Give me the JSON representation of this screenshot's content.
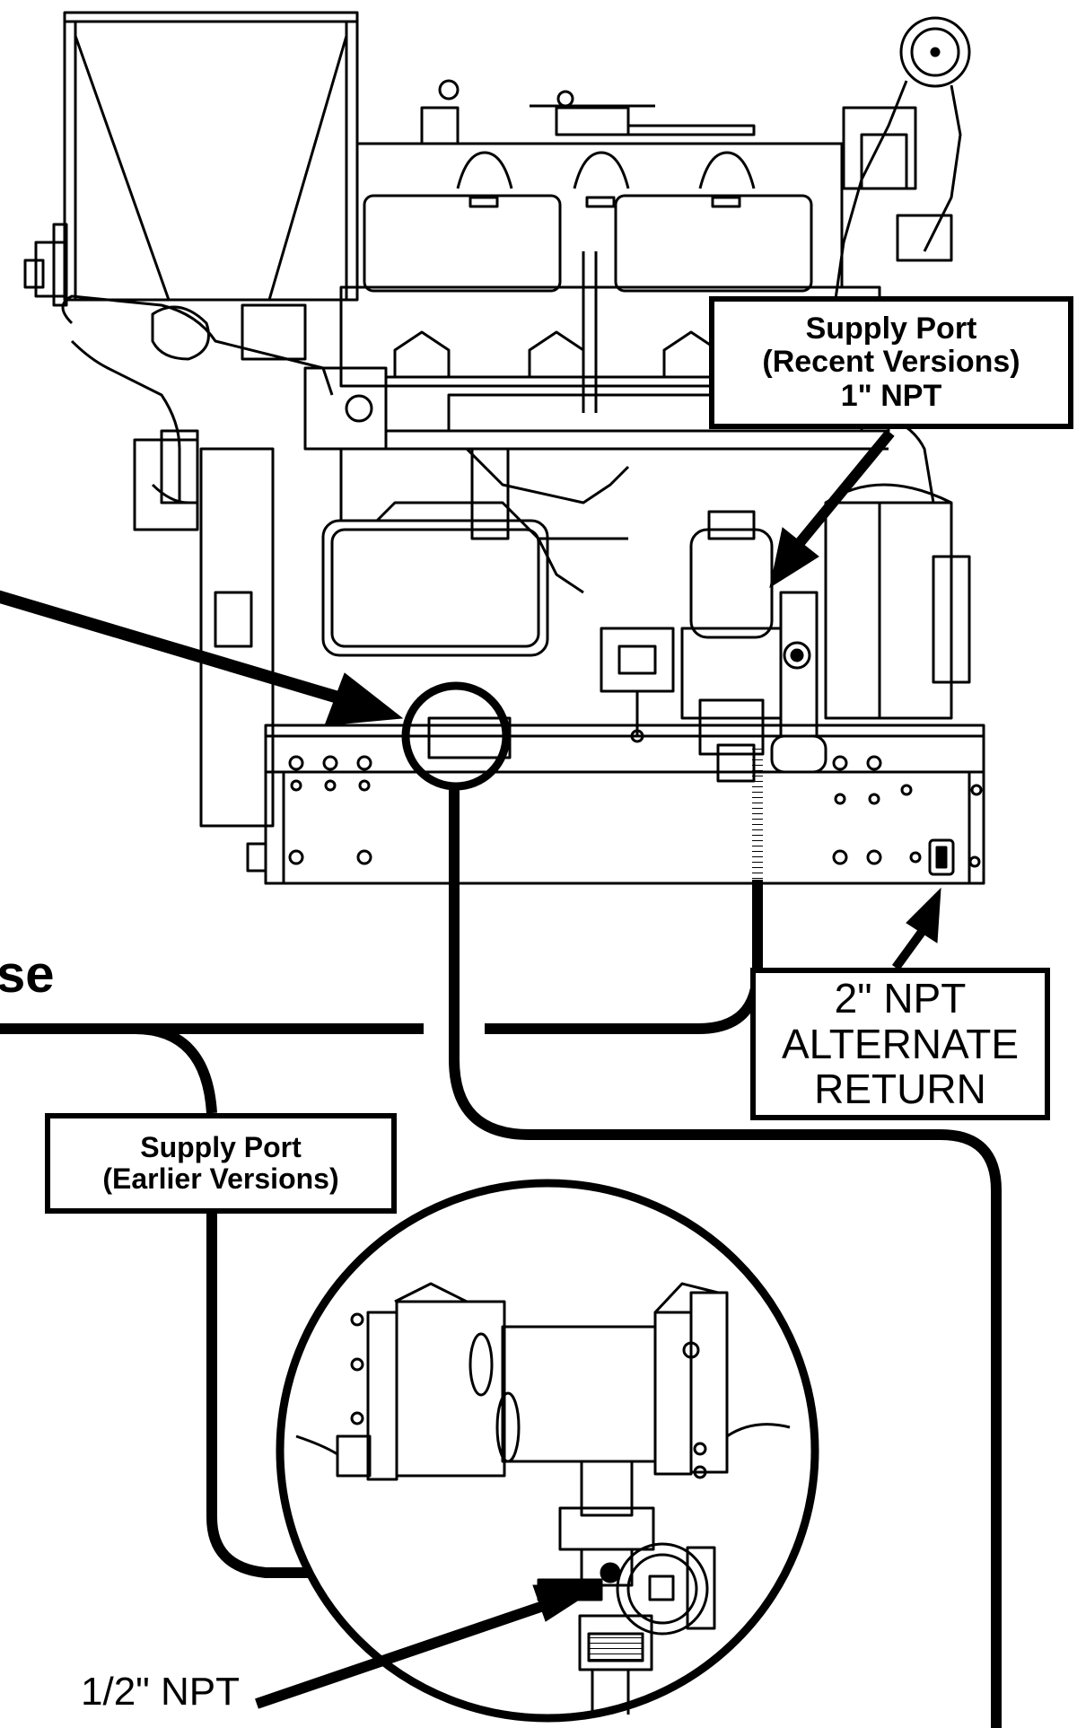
{
  "labels": {
    "supply_recent": {
      "line1": "Supply Port",
      "line2": "(Recent Versions)",
      "line3": "1\" NPT"
    },
    "supply_earlier": {
      "line1": "Supply Port",
      "line2": "(Earlier Versions)"
    },
    "alternate_return": {
      "line1": "2\" NPT",
      "line2": "ALTERNATE",
      "line3": "RETURN"
    },
    "cutoff_text": "se",
    "half_npt": "1/2\" NPT"
  },
  "colors": {
    "line": "#000000",
    "background": "#ffffff"
  }
}
